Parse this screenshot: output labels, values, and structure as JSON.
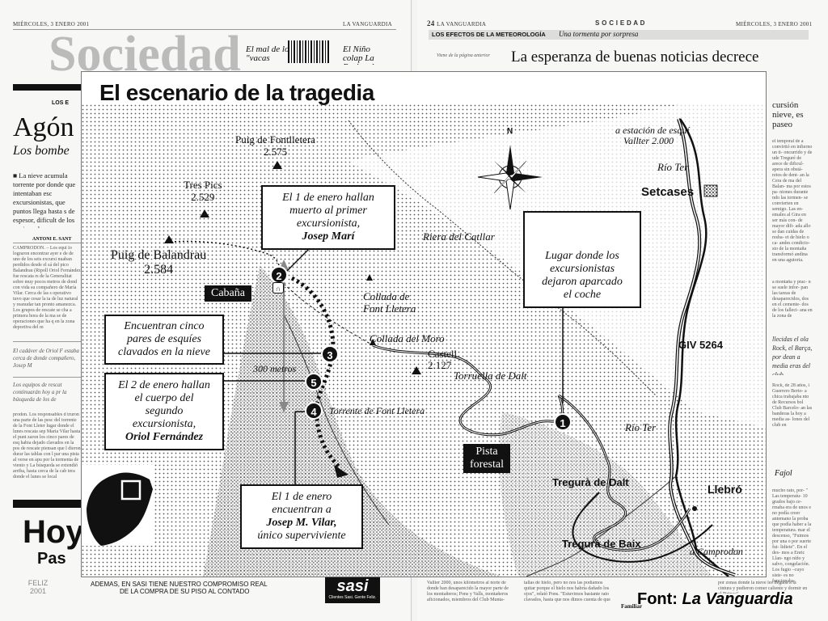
{
  "newspaper": {
    "left_date": "MIÉRCOLES, 3 ENERO 2001",
    "left_masthead": "LA VANGUARDIA",
    "right_page_no": "24",
    "right_masthead": "LA VANGUARDIA",
    "right_section": "S O C I E D A D",
    "right_date": "MIÉRCOLES, 3 ENERO 2001",
    "section_band": "LOS EFECTOS DE LA METEOROLOGÍA",
    "section_band_sub": "Una tormenta por sorpresa",
    "right_headline": "La esperanza de buenas noticias decrece",
    "right_kicker": "Viene de la página anterior",
    "left_big_section": "Sociedad",
    "left_teaser1": "El mal de los \"vacas",
    "left_teaser2": "El Niño colap La Bruixa d",
    "left_kicker": "LOS E",
    "left_headline": "Agón",
    "left_subhead": "Los bombe",
    "left_lead": "■ La nieve acumula torrente por donde que intentaban esc excursionistas, que puntos llega hasta s de espesor, dificult de los equipos de r",
    "left_byline": "ANTONI E. SANT",
    "left_body": "CAMPRODON. – Los equi lo lograron encontrar ayer e de de uno de los seis excursi nuaban perdidos desde el sá del pico Balandrau (Ripoll Oriol Fernández fue rescata rs de la Generalitat sobre muy pocos metros de dond con vida su compañero de María Vilar. Cerca de las s operativo tuvo que cesar la ta de luz natural y reanudar tan pronto amanezca. Los grupos de rescate se cha a primera hora de la ma se de operaciones que ha q en la zona deportiva del m",
    "left_quote": "El cadáver de Oriol F estaba cerca de donde compañero, Josep M",
    "left_quote2": "Los equipos de rescat continuarán hoy a pr la búsqueda de los de",
    "left_body2": "prodon. Los responsables d truron una parte de las pesc del torrente de la Font Lleter lugar donde el lunes rescata sep Maria Vilar hasta el punt zaron los cinco pares de esq habia dejado clavados en la pos de rescate piensan que l dieron durar las tablas con l par una pista al verse en apu por la tormenta de viento y La búsqueda se extendió arriba, hasta cerca de la cab tera donde el lunes se local",
    "ad_left": "Hoy",
    "ad_left2": "Pas",
    "ad_feliz": "FELIZ 2001",
    "ad_bottom_line1": "ADEMAS, EN SASI TIENE NUESTRO COMPROMISO REAL",
    "ad_bottom_line2": "DE LA COMPRA DE SU PISO AL CONTADO",
    "ad_sasi": "sasi",
    "ad_sasi_sub": "Clientes Sasi. Gente Feliz.",
    "bottom_col1": "Vallter 2000, unos kilómetros al norte de donde han desaparecido la mayor parte de los montañeros; Pons y Valls, montañeros aficionados, miembros del Club Munta-",
    "bottom_col2": "tallas de hielo, pero no nos las podíamos quitar porque el hielo nos habría dañado los ojos\", relató Pons. \"Estuvimos bastante rato clavados, hasta que nos dimos cuenta de que",
    "bottom_col3": "por zonas donde la nieve les llegaba a la cintura y pudieron comer caliente y dormir en el Pirineo\".",
    "right_col_partial": "cursión nieve, es paseo",
    "right_col_text": "el temporal de a convirtió en infierno un ti- oncurrido y de ude Treguré de arece de dificul- apera sin obstá- retos de dent- an la Cera de ma del Balan- ma por estos pa- niones durante ndo las tormen- se convierten en semigo. Las en- emales al Gira en ser más con- de mayor difi- ada allo se dan cuidas de resba- et de hielo o ca- andes condicio- sto de la montaña transformó andina en una agutoria.",
    "right_col_text2": "a montaña y prac- n se suele infor- pan las tareas de desaparecidos, dos en el cemente- dos de los falleci- ana en la zona de",
    "right_quote": "llecidas el ola Rock, el Barça, por dean a media eras del club",
    "right_col_text3": "Rock, de 28 años, i Guerrero Berto- a chica trabajaba nto de Recursos bol Club Barcelo- an las banderas la hoy a media as- lones del club en",
    "right_fajol": "Fajol",
    "right_col_text4": "mucho rato, por- \" Las temperatu- 10 grados bajo ce- rmaba era de unos e no podía creer antemano la proba que podía haber a la temperatura. mar el descenso, \"Fuimos por una o por suerte fui- lidiete\". En el des- mos a Enric Llan- ngo niño y salvo, congelación. Los fugio –cuyo siste- es no funcionaba-",
    "right_familiar": "Familiar"
  },
  "map": {
    "title": "El escenario de la tragedia",
    "north": "N",
    "peaks": [
      {
        "name": "Puig de Fontlletera",
        "elev": "2.575"
      },
      {
        "name": "Tres Pics",
        "elev": "2.529"
      },
      {
        "name": "Puig de Balandrau",
        "elev": "2.584"
      },
      {
        "name": "Castell",
        "elev": "2.127"
      }
    ],
    "places": {
      "ski": "a estación de esquí",
      "ski2": "Vallter 2.000",
      "rio_ter_1": "Río Ter",
      "setcases": "Setcases",
      "riera": "Riera del Catllar",
      "collada_font": "Collada de",
      "collada_font2": "Font Lletera",
      "collada_moro": "Collada del Moro",
      "torruella": "Torruella de Dalt",
      "metros": "300 metros",
      "torrente": "Torrente de Font Lletera",
      "giv": "GIV 5264",
      "rio_ter_2": "Río Ter",
      "tregura_dalt": "Tregurà de Dalt",
      "tregura_baix": "Tregurà de Baix",
      "llebro": "Llebró",
      "camprodon": "a Camprodon"
    },
    "tags": {
      "cabana": "Cabaña",
      "pista": "Pista",
      "pista2": "forestal"
    },
    "markers": [
      "1",
      "2",
      "3",
      "4",
      "5"
    ],
    "boxes": {
      "b1_l1": "El 1 de enero hallan",
      "b1_l2": "muerto al primer",
      "b1_l3": "excursionista,",
      "b1_name": "Josep Marí",
      "b2_l1": "Lugar donde los",
      "b2_l2": "excursionistas",
      "b2_l3": "dejaron aparcado",
      "b2_l4": "el coche",
      "b3_l1": "Encuentran cinco",
      "b3_l2": "pares de esquíes",
      "b3_l3": "clavados en la nieve",
      "b4_l1": "El 2 de enero hallan",
      "b4_l2": "el cuerpo del",
      "b4_l3": "segundo",
      "b4_l4": "excursionista,",
      "b4_name": "Oriol Fernández",
      "b5_l1": "El 1 de enero",
      "b5_l2": "encuentran a",
      "b5_name": "Josep M. Vilar,",
      "b5_l4": "único superviviente"
    }
  },
  "credit_label": "Font:",
  "credit_source": "La Vanguardia"
}
